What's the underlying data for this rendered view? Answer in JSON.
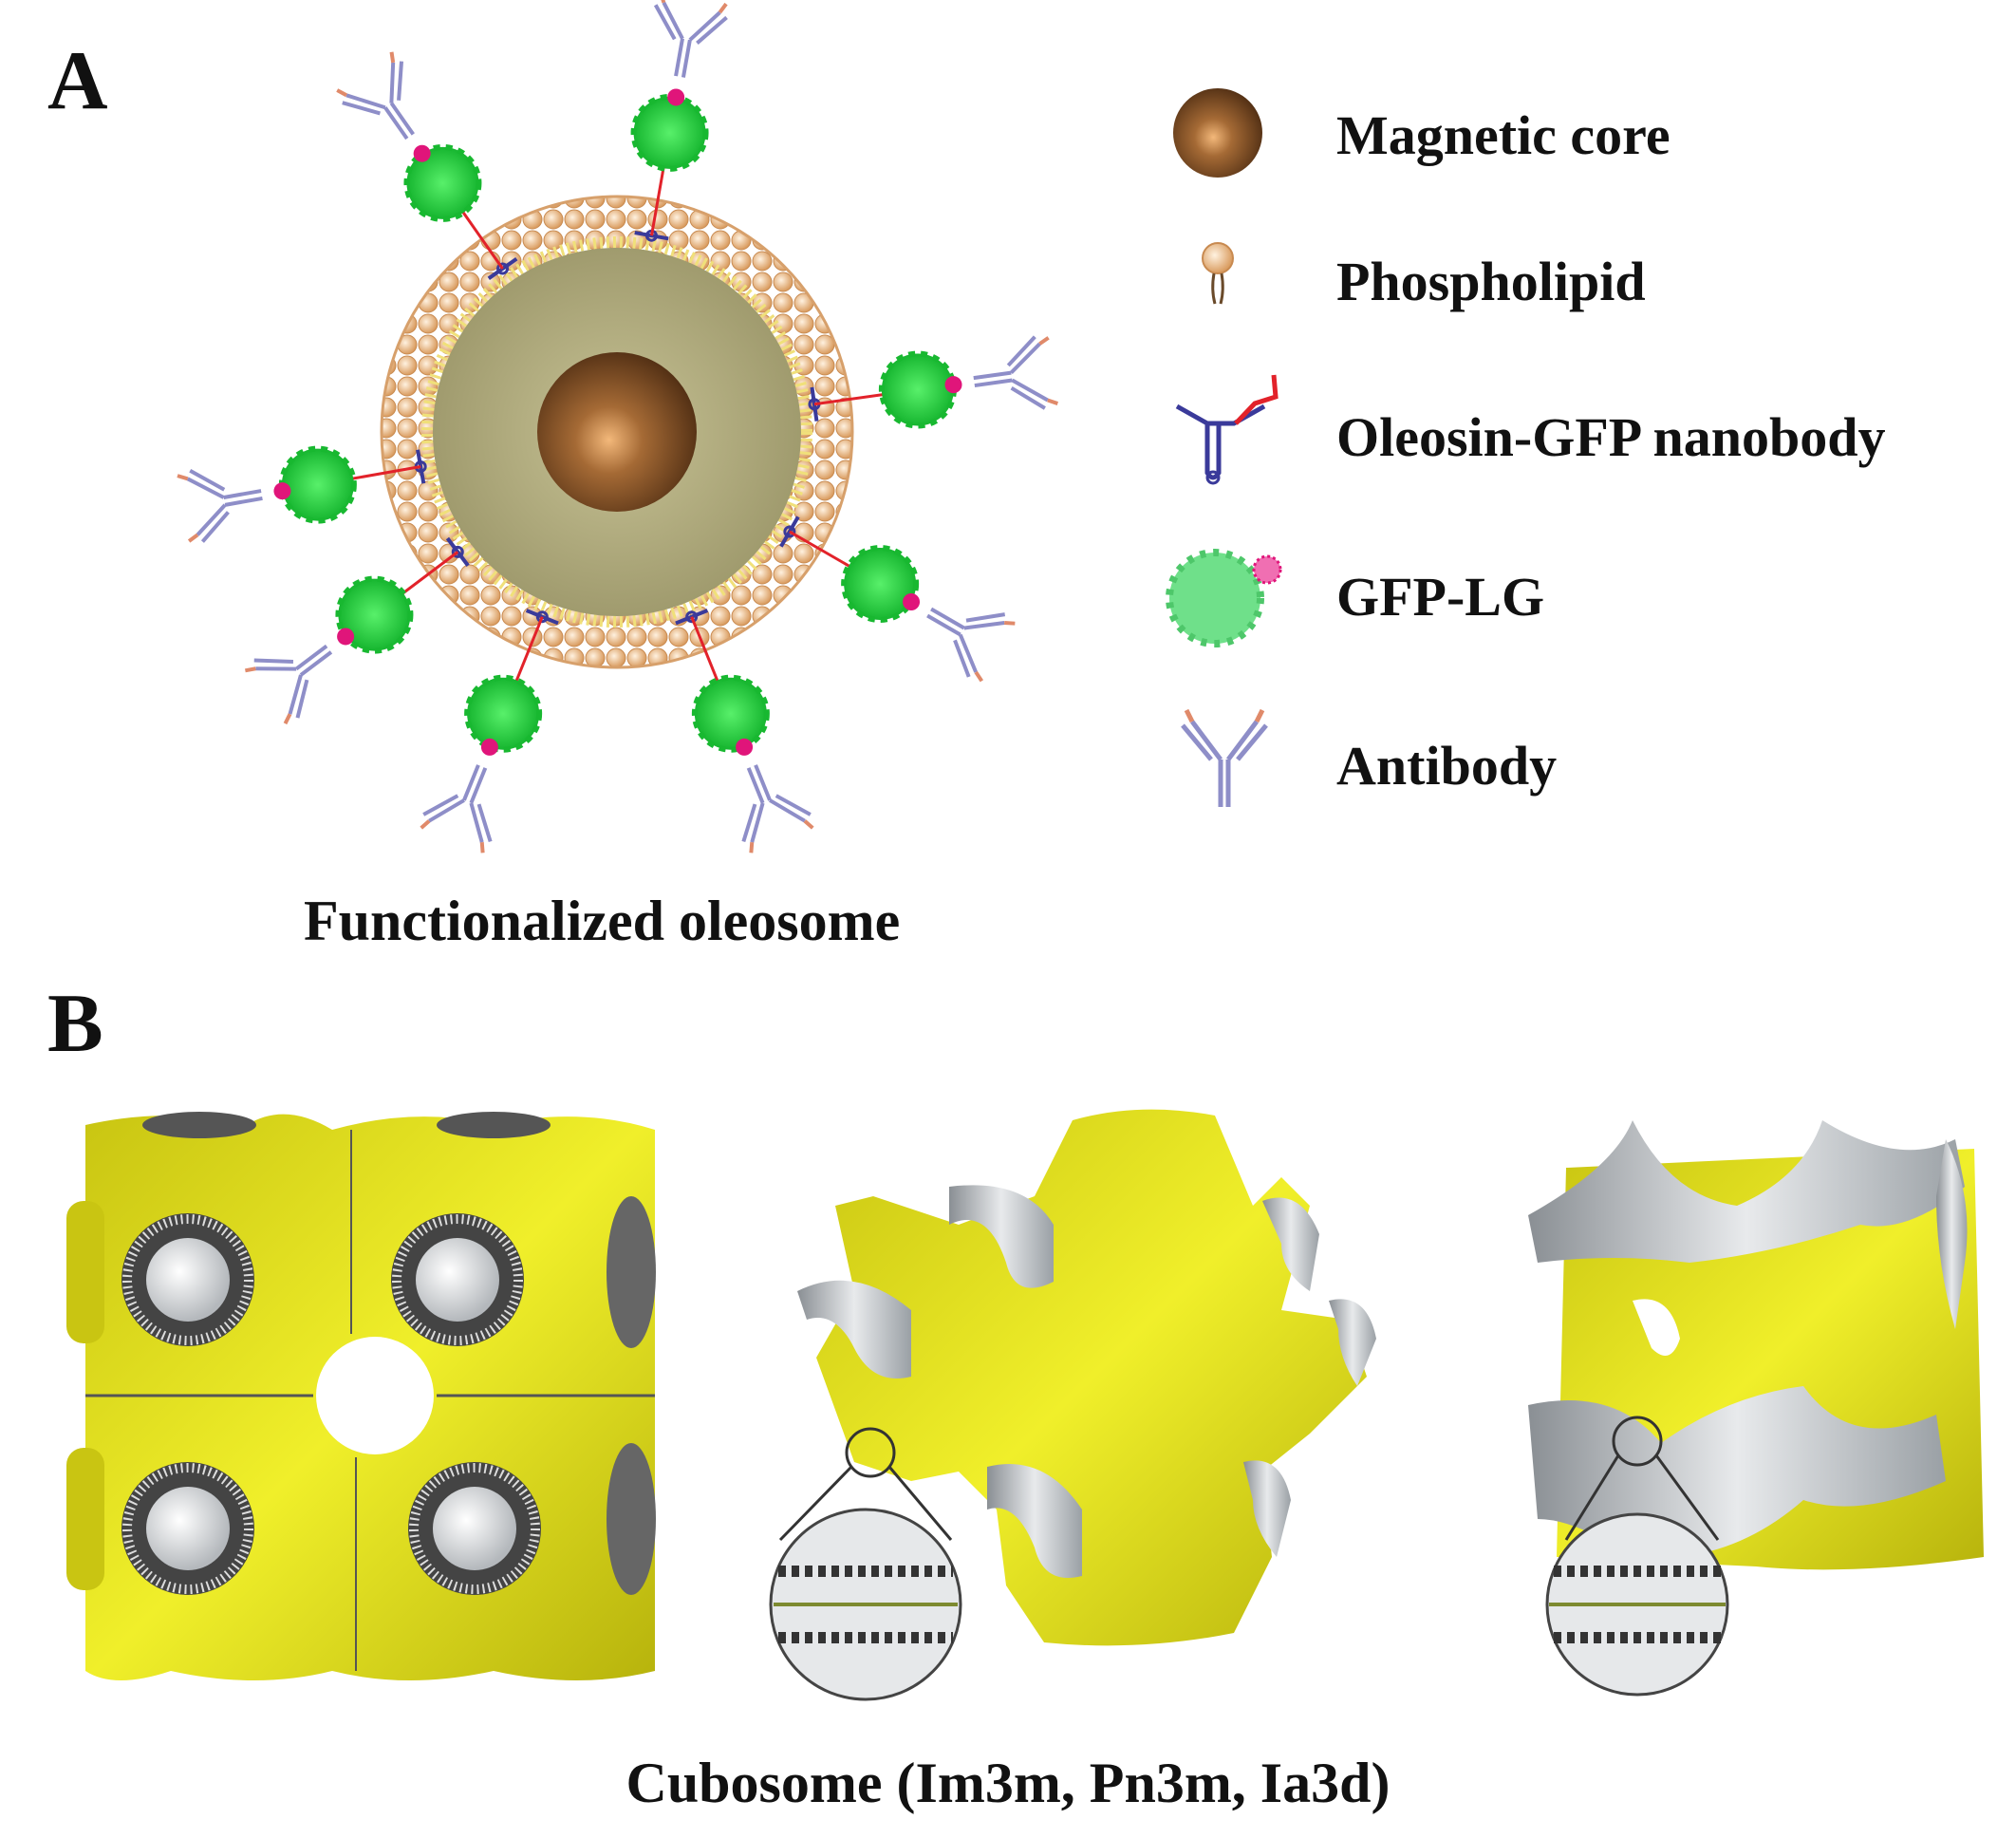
{
  "panel_a": {
    "letter": "A",
    "caption": "Functionalized oleosome",
    "legend": [
      {
        "icon": "magnetic-core-icon",
        "label": "Magnetic core"
      },
      {
        "icon": "phospholipid-icon",
        "label": "Phospholipid"
      },
      {
        "icon": "oleosin-gfp-nanobody-icon",
        "label": "Oleosin-GFP nanobody"
      },
      {
        "icon": "gfp-lg-icon",
        "label": "GFP-LG"
      },
      {
        "icon": "antibody-icon",
        "label": "Antibody"
      }
    ]
  },
  "panel_b": {
    "letter": "B",
    "caption": "Cubosome (Im3m, Pn3m, Ia3d)"
  },
  "colors": {
    "core": "#7a4a22",
    "shell": "#e9b98a",
    "droplet": "#a7a273",
    "gfp": "#1fd23a",
    "linker": "#e2222a",
    "nanobody": "#3a3a9a",
    "antibody": "#8e8ec8",
    "tag": "#e0157a",
    "cubosome": "#e3e31c",
    "membrane": "#a9aeb4"
  }
}
